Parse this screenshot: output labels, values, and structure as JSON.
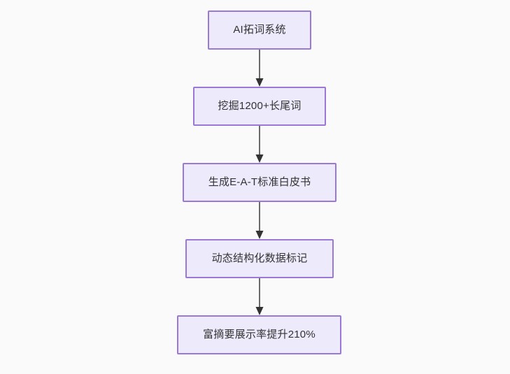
{
  "diagram": {
    "type": "flowchart",
    "orientation": "top-to-bottom",
    "background_color": "#fafafa",
    "node_fill_color": "#ECEAFB",
    "node_border_color": "#9A78D6",
    "text_color": "#333333",
    "edge_color": "#6B6B6B",
    "arrowhead_color": "#333333",
    "nodes": [
      {
        "id": "node-1",
        "label": "AI拓词系统"
      },
      {
        "id": "node-2",
        "label": "挖掘1200+长尾词"
      },
      {
        "id": "node-3",
        "label": "生成E-A-T标准白皮书"
      },
      {
        "id": "node-4",
        "label": "动态结构化数据标记"
      },
      {
        "id": "node-5",
        "label": "富摘要展示率提升210%"
      }
    ],
    "edges": [
      {
        "id": "edge-1",
        "from": "node-1",
        "to": "node-2",
        "label": ""
      },
      {
        "id": "edge-2",
        "from": "node-2",
        "to": "node-3",
        "label": ""
      },
      {
        "id": "edge-3",
        "from": "node-3",
        "to": "node-4",
        "label": ""
      },
      {
        "id": "edge-4",
        "from": "node-4",
        "to": "node-5",
        "label": ""
      }
    ]
  }
}
